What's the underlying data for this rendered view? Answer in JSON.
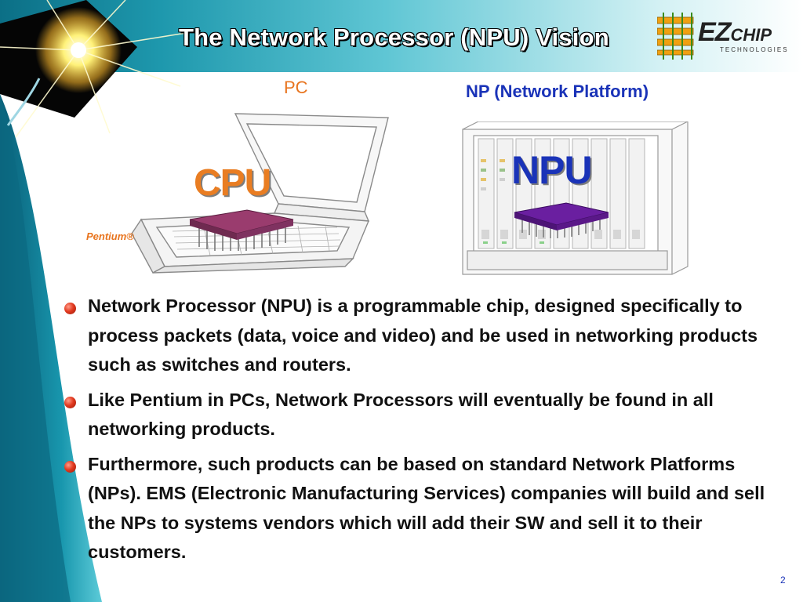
{
  "slide": {
    "title": "The Network Processor (NPU) Vision",
    "logo": {
      "main": "EZ",
      "suffix": "CHIP",
      "tagline": "TECHNOLOGIES"
    },
    "pc_label": "PC",
    "np_label": "NP (Network Platform)",
    "cpu_label": "CPU",
    "pentium_label": "Pentium®",
    "npu_label": "NPU",
    "bullets": [
      "Network Processor (NPU) is a programmable chip, designed specifically to process packets (data, voice and video) and be used in networking products such as switches and routers.",
      "Like Pentium in PCs, Network Processors will eventually be found in all networking products.",
      "Furthermore, such products can be based on standard Network Platforms (NPs). EMS (Electronic Manufacturing Services) companies will build and sell the NPs to systems vendors which will add their SW and sell it to their customers."
    ],
    "page_number": "2"
  },
  "colors": {
    "title_text": "#ffffff",
    "pc_label": "#e8741e",
    "np_label": "#1a33b8",
    "cpu_label": "#e97d22",
    "npu_label": "#1a33b8",
    "bullet": "#e23a20",
    "cpu_chip": "#9a3c6e",
    "npu_chip": "#6a1fa0"
  },
  "icons": {
    "bullet": "red-sphere-bullet-icon",
    "laptop": "laptop-illustration",
    "rack": "network-rack-illustration",
    "cpu_chip": "cpu-chip-icon",
    "npu_chip": "npu-chip-icon",
    "logo": "ezchip-logo"
  }
}
